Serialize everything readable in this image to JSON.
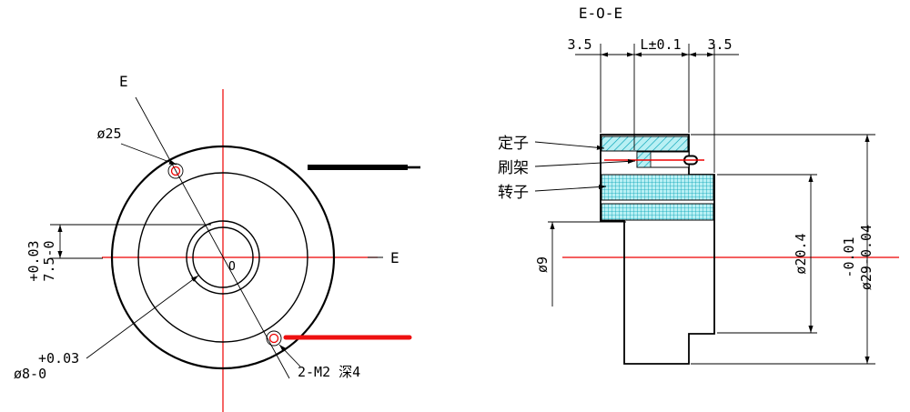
{
  "front_view": {
    "section_label_top": "E",
    "section_label_right": "E",
    "center_label": "O",
    "dim_bolt_circle": "ø25",
    "dim_height_tol": "+0.03",
    "dim_height": "7.5-0",
    "dim_bore_tol": "+0.03",
    "dim_bore": "ø8-0",
    "note_holes": "2-M2 深4"
  },
  "section_view": {
    "title": "E-O-E",
    "dim_left": "3.5",
    "dim_middle": "L±0.1",
    "dim_right": "3.5",
    "label_stator": "定子",
    "label_brush_holder": "刷架",
    "label_rotor": "转子",
    "dim_bore": "ø9",
    "dim_step": "ø20.4",
    "dim_outer_tol": "-0.01",
    "dim_outer": "ø29-0.04"
  },
  "colors": {
    "outline": "#000000",
    "centerline-red": "#ee0000",
    "wire-red": "#ee1111",
    "hatch-bg": "#b9f0f4",
    "hatch-line": "#00a0b4"
  }
}
